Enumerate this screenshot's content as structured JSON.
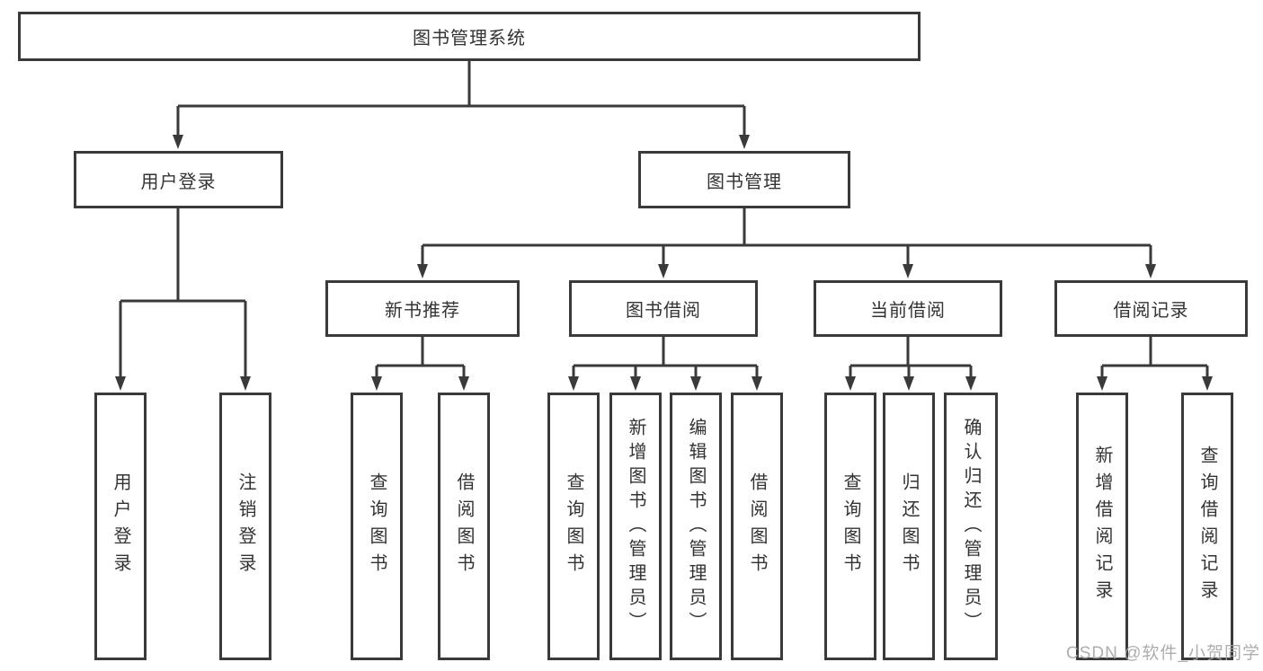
{
  "diagram": {
    "type": "hierarchy-tree",
    "colors": {
      "line": "#3a3a3a",
      "box_border": "#3a3a3a",
      "text": "#333333",
      "watermark": "#a6a6a6",
      "background": "#ffffff"
    }
  },
  "tree": {
    "root": {
      "label": "图书管理系统",
      "children": [
        {
          "label": "用户登录",
          "children": [
            {
              "label": "用户登录"
            },
            {
              "label": "注销登录"
            }
          ]
        },
        {
          "label": "图书管理",
          "children": [
            {
              "label": "新书推荐",
              "children": [
                {
                  "label": "查询图书"
                },
                {
                  "label": "借阅图书"
                }
              ]
            },
            {
              "label": "图书借阅",
              "children": [
                {
                  "label": "查询图书"
                },
                {
                  "label": "新增图书（管理员）"
                },
                {
                  "label": "编辑图书（管理员）"
                },
                {
                  "label": "借阅图书"
                }
              ]
            },
            {
              "label": "当前借阅",
              "children": [
                {
                  "label": "查询图书"
                },
                {
                  "label": "归还图书"
                },
                {
                  "label": "确认归还（管理员）"
                }
              ]
            },
            {
              "label": "借阅记录",
              "children": [
                {
                  "label": "新增借阅记录"
                },
                {
                  "label": "查询借阅记录"
                }
              ]
            }
          ]
        }
      ]
    }
  },
  "watermark": {
    "text": "CSDN @软件_小贺同学"
  }
}
